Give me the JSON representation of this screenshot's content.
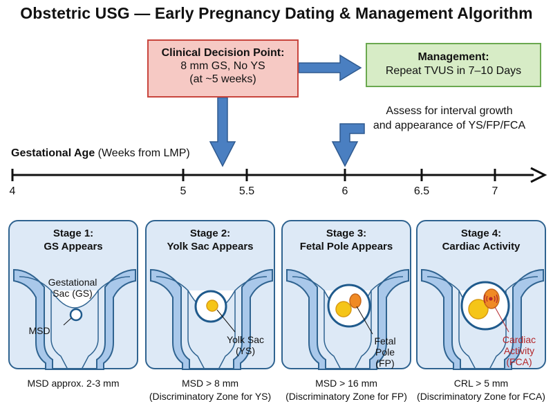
{
  "title": "Obstetric USG — Early Pregnancy Dating & Management Algorithm",
  "decision": {
    "heading": "Clinical Decision Point:",
    "line1": "8 mm GS, No YS",
    "line2": "(at ~5 weeks)"
  },
  "management": {
    "heading": "Management:",
    "line1": "Repeat TVUS in 7–10 Days"
  },
  "assess": {
    "line1": "Assess for interval growth",
    "line2": "and appearance of YS/FP/FCA"
  },
  "axis": {
    "label_bold": "Gestational Age",
    "label_rest": " (Weeks from LMP)",
    "ticks": [
      "4",
      "5",
      "5.5",
      "6",
      "6.5",
      "7"
    ]
  },
  "stages": [
    {
      "title_line1": "Stage 1:",
      "title_line2": "GS Appears",
      "annotations": [
        "Gestational\nSac (GS)",
        "MSD"
      ],
      "caption_line1": "MSD approx. 2-3 mm",
      "caption_line2": ""
    },
    {
      "title_line1": "Stage 2:",
      "title_line2": "Yolk Sac Appears",
      "annotations": [
        "Yolk Sac\n(YS)"
      ],
      "caption_line1": "MSD > 8 mm",
      "caption_line2": "(Discriminatory Zone for YS)"
    },
    {
      "title_line1": "Stage 3:",
      "title_line2": "Fetal Pole Appears",
      "annotations": [
        "Fetal\nPole\n(FP)"
      ],
      "caption_line1": "MSD > 16 mm",
      "caption_line2": "(Discriminatory Zone for FP)"
    },
    {
      "title_line1": "Stage 4:",
      "title_line2": "Cardiac Activity",
      "annotations": [
        "Cardiac\nActivity\n(FCA)"
      ],
      "caption_line1": "CRL > 5 mm",
      "caption_line2": "(Discriminatory Zone for FCA)"
    }
  ],
  "colors": {
    "arrow": "#4a7fc1",
    "uterus_fill": "#a9c8ea",
    "uterus_stroke": "#2f6390",
    "yolk": "#f5c518",
    "fetal_pole": "#f08a24",
    "cardiac_text": "#b3262a"
  }
}
